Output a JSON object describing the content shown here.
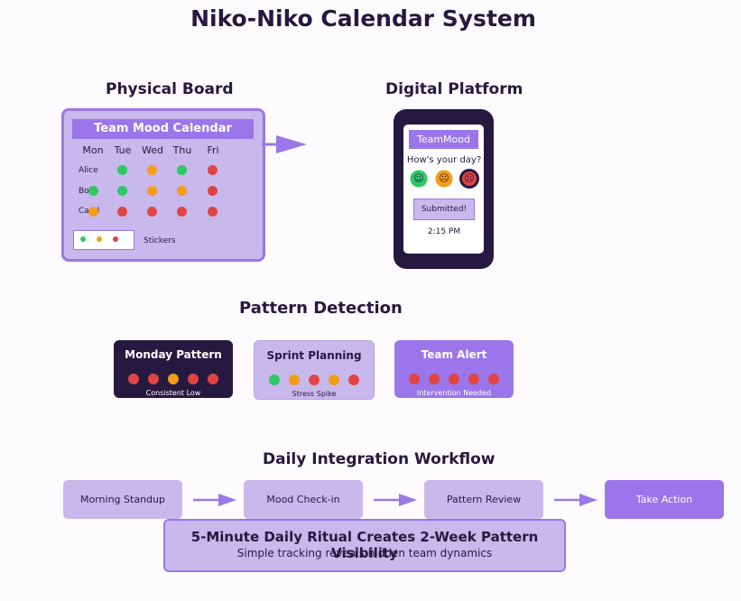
{
  "title": "Niko-Niko Calendar System",
  "colors": {
    "dark": "#25193f",
    "purple": "#9b76ea",
    "lavender": "#c9b8ec",
    "green": "#2ec866",
    "orange": "#f29d18",
    "red": "#e04444"
  },
  "physical": {
    "heading": "Physical Board",
    "board_title": "Team Mood Calendar",
    "days": [
      "Mon",
      "Tue",
      "Wed",
      "Thu",
      "Fri"
    ],
    "rows": [
      {
        "name": "Alice",
        "moods": [
          "",
          "green",
          "orange",
          "green",
          "red"
        ]
      },
      {
        "name": "Bob",
        "moods": [
          "green",
          "green",
          "orange",
          "orange",
          "red"
        ]
      },
      {
        "name": "Carol",
        "moods": [
          "orange",
          "red",
          "red",
          "red",
          "red"
        ]
      }
    ],
    "legend_colors": [
      "green",
      "orange",
      "red"
    ],
    "stickers_label": "Stickers"
  },
  "digital": {
    "heading": "Digital Platform",
    "app_name": "TeamMood",
    "question": "How's your day?",
    "faces": [
      {
        "icon": "happy-face-icon",
        "glyph": "☺",
        "color": "green"
      },
      {
        "icon": "neutral-face-icon",
        "glyph": "☹",
        "color": "orange"
      },
      {
        "icon": "sad-face-icon",
        "glyph": "☹",
        "color": "red",
        "selected": true
      }
    ],
    "submitted": "Submitted!",
    "time": "2:15 PM"
  },
  "patterns": {
    "heading": "Pattern Detection",
    "cards": [
      {
        "title": "Monday Pattern",
        "caption": "Consistent Low",
        "style": "dark",
        "dots": [
          "red",
          "red",
          "orange",
          "red",
          "red"
        ]
      },
      {
        "title": "Sprint Planning",
        "caption": "Stress Spike",
        "style": "light",
        "dots": [
          "green",
          "orange",
          "red",
          "orange",
          "red"
        ]
      },
      {
        "title": "Team Alert",
        "caption": "Intervention Needed",
        "style": "purple",
        "dots": [
          "red",
          "red",
          "red",
          "red",
          "red"
        ]
      }
    ]
  },
  "workflow": {
    "heading": "Daily Integration Workflow",
    "steps": [
      "Morning Standup",
      "Mood Check-in",
      "Pattern Review",
      "Take Action"
    ]
  },
  "summary": {
    "main": "5-Minute Daily Ritual Creates 2-Week Pattern Visibility",
    "sub": "Simple tracking reveals hidden team dynamics"
  }
}
